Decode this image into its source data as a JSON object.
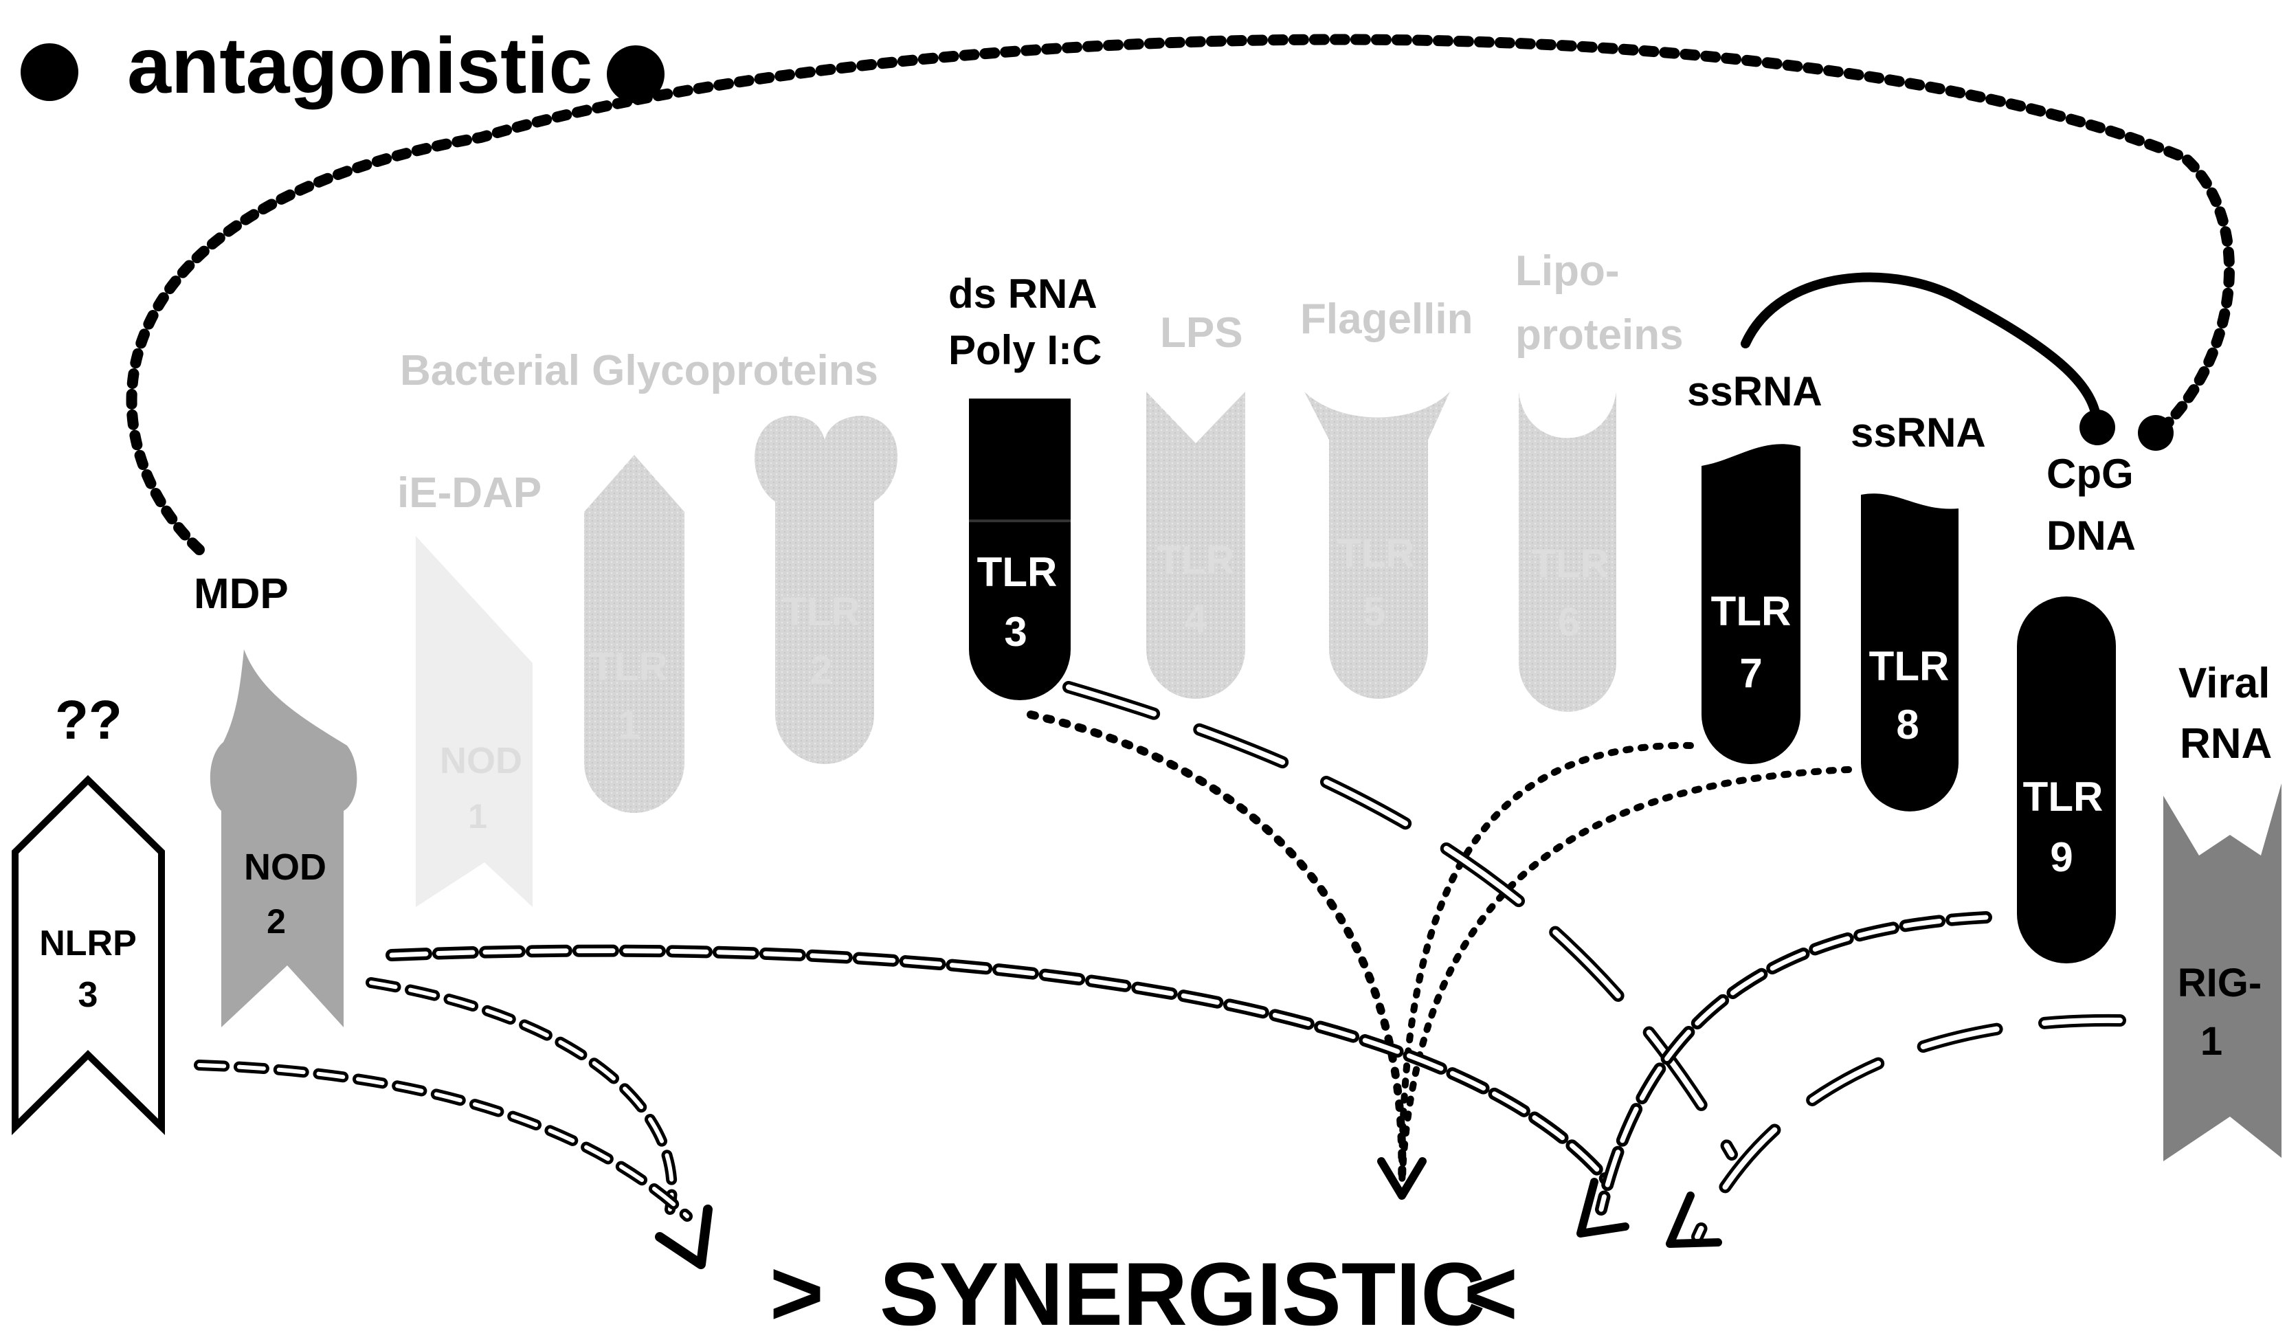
{
  "title_top": "antagonistic",
  "title_bottom": "SYNERGISTIC",
  "bracket_left": ">",
  "bracket_right": "<",
  "colors": {
    "active_receptor": "#000000",
    "inactive_receptor": "#d9d9d9",
    "nod2": "#a6a6a6",
    "rig1": "#808080",
    "nlrp3": "#ffffff",
    "faded_text": "#cccccc"
  },
  "ligands": {
    "unknown": "??",
    "mdp": "MDP",
    "ie_dap": "iE-DAP",
    "bacterial_glycoproteins": "Bacterial Glycoproteins",
    "dsrna_line1": "ds RNA",
    "dsrna_line2": "Poly I:C",
    "lps": "LPS",
    "flagellin": "Flagellin",
    "lipo_line1": "Lipo-",
    "lipo_line2": "proteins",
    "ssrna7": "ssRNA",
    "ssrna8": "ssRNA",
    "cpg_line1": "CpG",
    "cpg_line2": "DNA",
    "viral_line1": "Viral",
    "viral_line2": "RNA"
  },
  "receptors": {
    "nlrp3": {
      "line1": "NLRP",
      "line2": "3",
      "state": "active"
    },
    "nod2": {
      "line1": "NOD",
      "line2": "2",
      "state": "active"
    },
    "nod1": {
      "line1": "NOD",
      "line2": "1",
      "state": "inactive"
    },
    "tlr1": {
      "line1": "TLR",
      "line2": "1",
      "state": "inactive"
    },
    "tlr2": {
      "line1": "TLR",
      "line2": "2",
      "state": "inactive"
    },
    "tlr3": {
      "line1": "TLR",
      "line2": "3",
      "state": "active"
    },
    "tlr4": {
      "line1": "TLR",
      "line2": "4",
      "state": "inactive"
    },
    "tlr5": {
      "line1": "TLR",
      "line2": "5",
      "state": "inactive"
    },
    "tlr6": {
      "line1": "TLR",
      "line2": "6",
      "state": "inactive"
    },
    "tlr7": {
      "line1": "TLR",
      "line2": "7",
      "state": "active"
    },
    "tlr8": {
      "line1": "TLR",
      "line2": "8",
      "state": "active"
    },
    "tlr9": {
      "line1": "TLR",
      "line2": "9",
      "state": "active"
    },
    "rig1": {
      "line1": "RIG-",
      "line2": "1",
      "state": "active"
    }
  }
}
